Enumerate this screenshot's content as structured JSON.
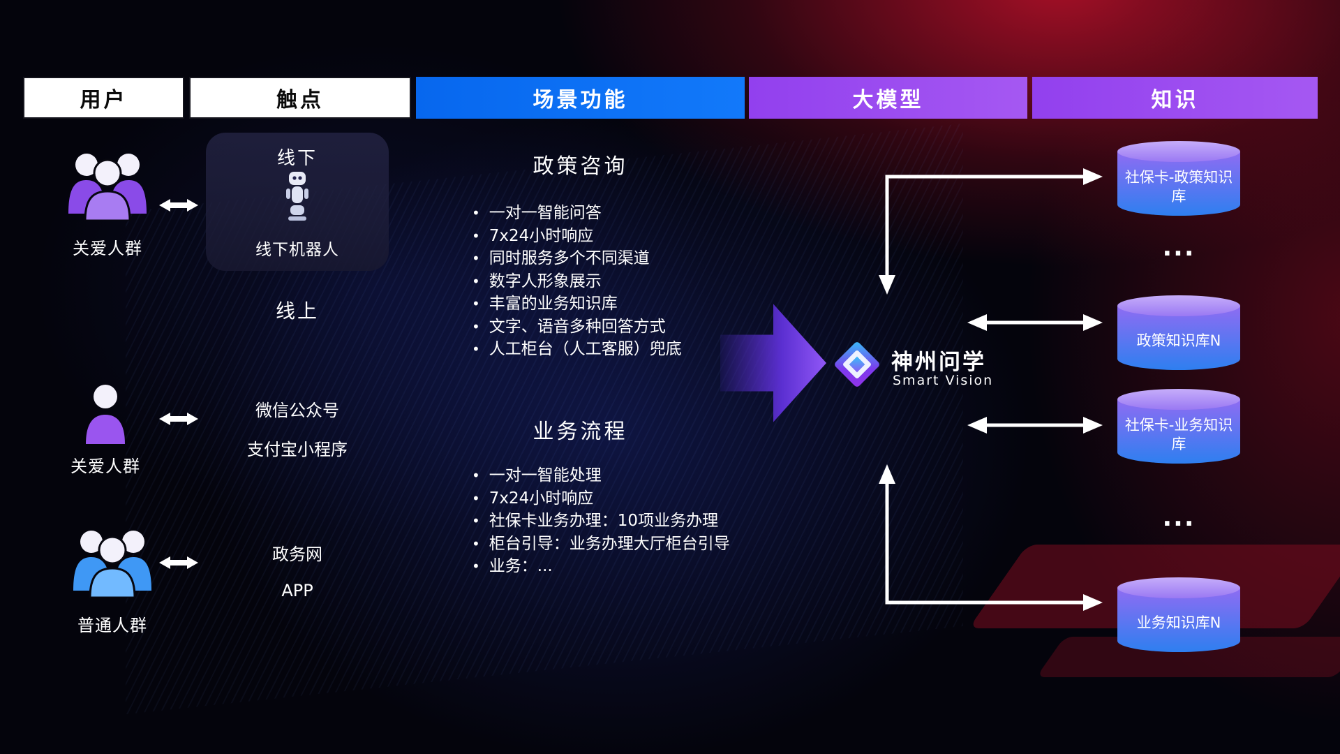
{
  "headers": {
    "users": "用户",
    "touchpoints": "触点",
    "scenario": "场景功能",
    "model": "大模型",
    "knowledge": "知识"
  },
  "users": {
    "care_group_1": "关爱人群",
    "care_group_2": "关爱人群",
    "general_group": "普通人群"
  },
  "touchpoints": {
    "offline_title": "线下",
    "offline_robot_label": "线下机器人",
    "online_title": "线上",
    "items": [
      "微信公众号",
      "支付宝小程序",
      "政务网",
      "APP"
    ]
  },
  "scenario": {
    "policy": {
      "title": "政策咨询",
      "items": [
        "一对一智能问答",
        "7x24小时响应",
        "同时服务多个不同渠道",
        "数字人形象展示",
        "丰富的业务知识库",
        "文字、语音多种回答方式",
        "人工柜台（人工客服）兜底"
      ]
    },
    "business": {
      "title": "业务流程",
      "items": [
        "一对一智能处理",
        "7x24小时响应",
        "社保卡业务办理：10项业务办理",
        "柜台引导：业务办理大厅柜台引导",
        "业务：..."
      ]
    }
  },
  "model": {
    "brand_name": "神州问学",
    "brand_tagline": "Smart Vision"
  },
  "knowledge": {
    "databases": [
      "社保卡-政策知识库",
      "政策知识库N",
      "社保卡-业务知识库",
      "业务知识库N"
    ],
    "ellipsis_1": "...",
    "ellipsis_2": "..."
  },
  "colors": {
    "header_blue": "#0a6cf0",
    "header_purple": "#9a4cf0",
    "cylinder_purple": "#8f6cf2",
    "cylinder_blue": "#2e7ff0",
    "flow_arrow_purple": "#7c3aed",
    "user_icon_purple": "#9a55ef",
    "user_icon_blue": "#3f98f5",
    "background_red": "#7c0d1f"
  }
}
